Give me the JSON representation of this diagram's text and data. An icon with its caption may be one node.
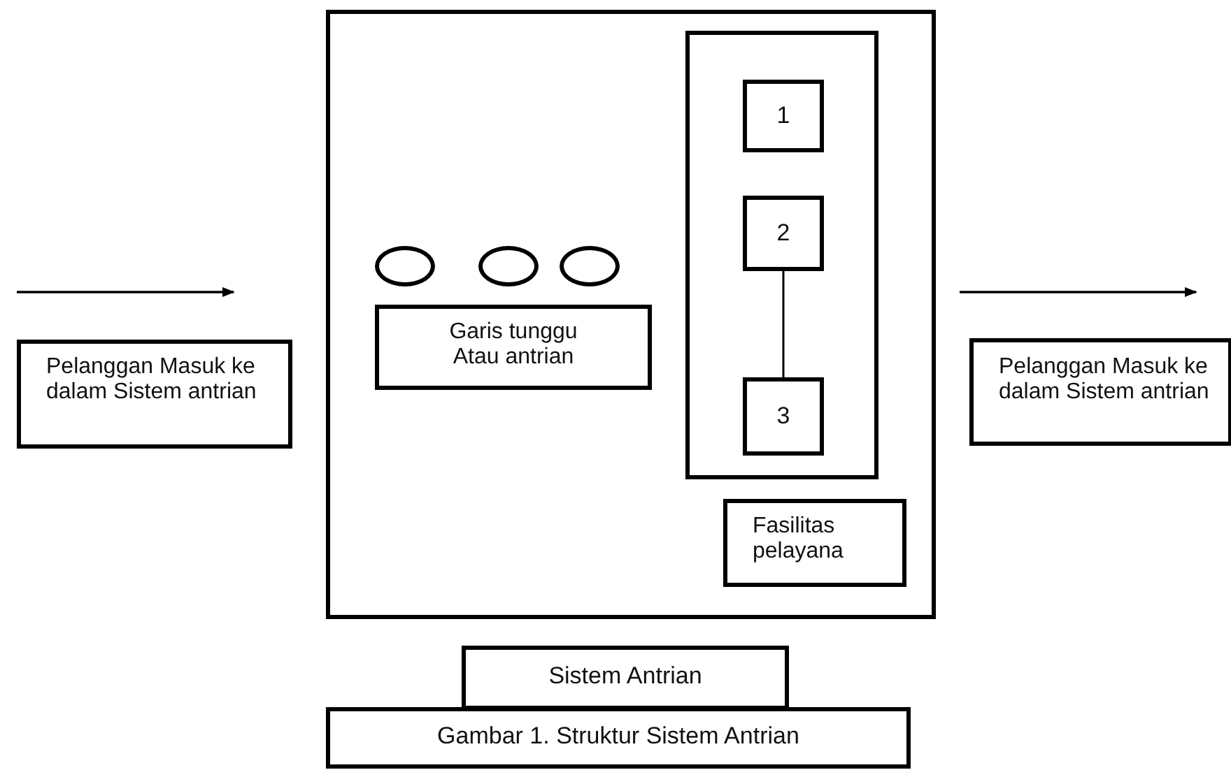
{
  "diagram": {
    "nodes": [
      {
        "text": [
          "Pelanggan Masuk ke dalam Sistem antrian"
        ]
      },
      {
        "text": [],
        "shape": "box"
      },
      {
        "text": [],
        "shape": "circle",
        "in": 1
      },
      {
        "text": [],
        "shape": "circle",
        "in": 1
      },
      {
        "text": [],
        "shape": "circle",
        "in": 1
      },
      {
        "text": [
          "Garis tunggu Atau antrian"
        ],
        "in": 1
      },
      {
        "text": [],
        "shape": "box",
        "in": 1
      },
      {
        "text": [
          "1"
        ],
        "in": 6
      },
      {
        "text": [
          "2"
        ],
        "in": 6
      },
      {
        "text": [
          "3"
        ],
        "in": 6
      },
      {
        "text": [
          "Fasilitas pelayana"
        ],
        "in": 1
      },
      {
        "text": [
          "Pelanggan Masuk ke dalam Sistem antrian"
        ]
      },
      {
        "text": [
          "Sistem Antrian"
        ]
      },
      {
        "text": [
          "Gambar 1. Struktur Sistem Antrian"
        ]
      }
    ],
    "edges": [
      {
        "from": 8,
        "to": 9,
        "arrow": "none"
      }
    ]
  }
}
